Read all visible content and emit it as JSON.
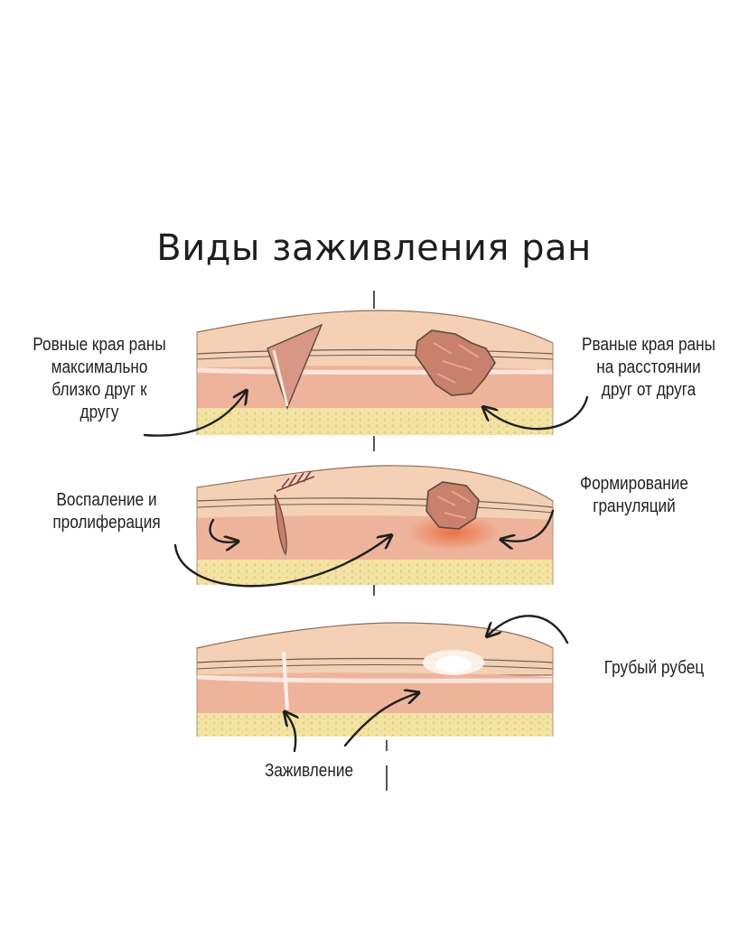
{
  "title": "Виды заживления ран",
  "labels": {
    "even_edges": [
      "Ровные края раны",
      "максимально",
      "близко друг к",
      "другу"
    ],
    "torn_edges": [
      "Рваные края раны",
      "на расстоянии",
      "друг от друга"
    ],
    "inflammation": [
      "Воспаление и",
      "пролиферация"
    ],
    "granulation": [
      "Формирование",
      "грануляций"
    ],
    "coarse_scar": "Грубый рубец",
    "healing": "Заживление"
  },
  "colors": {
    "skin_top": "#f4d0b3",
    "dermis": "#eeb39a",
    "fat": "#f3e2a2",
    "wound": "#c98575",
    "granulation_glow": "#e96b3c",
    "outline": "#5a4a40"
  }
}
